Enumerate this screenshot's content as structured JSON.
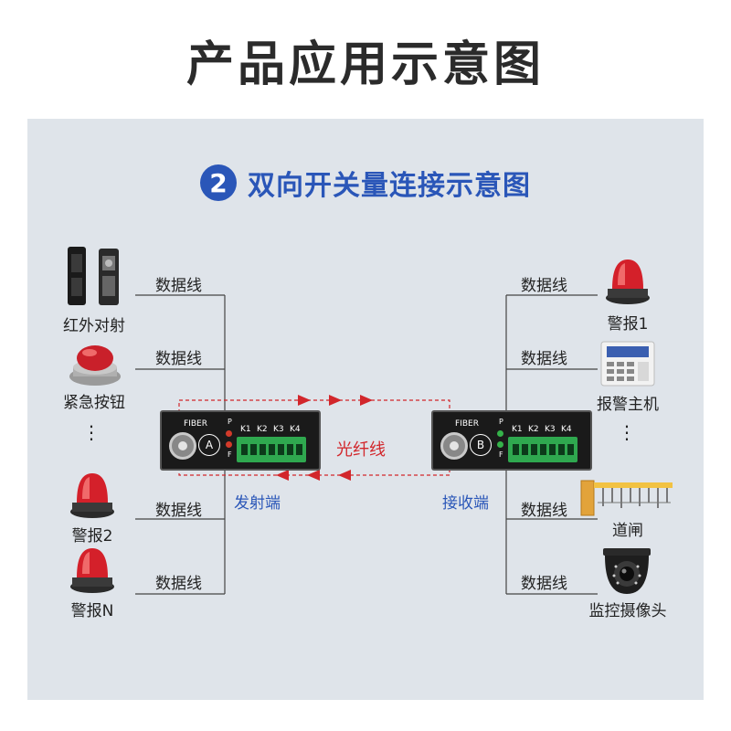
{
  "title": "产品应用示意图",
  "subtitle": {
    "badge": "2",
    "text": "双向开关量连接示意图"
  },
  "fiber_label": "光纤线",
  "transmitter": {
    "label": "发射端",
    "panel_label": "FIBER",
    "port_letter": "A",
    "leds": [
      "P",
      "F"
    ],
    "terminals": [
      "K1",
      "K2",
      "K3",
      "K4"
    ]
  },
  "receiver": {
    "label": "接收端",
    "panel_label": "FIBER",
    "port_letter": "B",
    "leds": [
      "P",
      "F"
    ],
    "terminals": [
      "K1",
      "K2",
      "K3",
      "K4"
    ]
  },
  "left_devices": [
    {
      "label": "红外对射",
      "icon": "infrared-beam-icon",
      "wire": "数据线"
    },
    {
      "label": "紧急按钮",
      "icon": "emergency-button-icon",
      "wire": "数据线"
    },
    {
      "label": "警报2",
      "icon": "alarm-light-icon",
      "wire": "数据线"
    },
    {
      "label": "警报N",
      "icon": "alarm-light-icon",
      "wire": "数据线"
    }
  ],
  "right_devices": [
    {
      "label": "警报1",
      "icon": "alarm-light-icon",
      "wire": "数据线"
    },
    {
      "label": "报警主机",
      "icon": "alarm-host-icon",
      "wire": "数据线"
    },
    {
      "label": "道闸",
      "icon": "barrier-gate-icon",
      "wire": "数据线"
    },
    {
      "label": "监控摄像头",
      "icon": "dome-camera-icon",
      "wire": "数据线"
    }
  ],
  "ellipsis": "⋮",
  "colors": {
    "accent": "#2a56b8",
    "fiber": "#d2262b",
    "terminal": "#2fa84f",
    "panel": "#dfe4ea"
  }
}
